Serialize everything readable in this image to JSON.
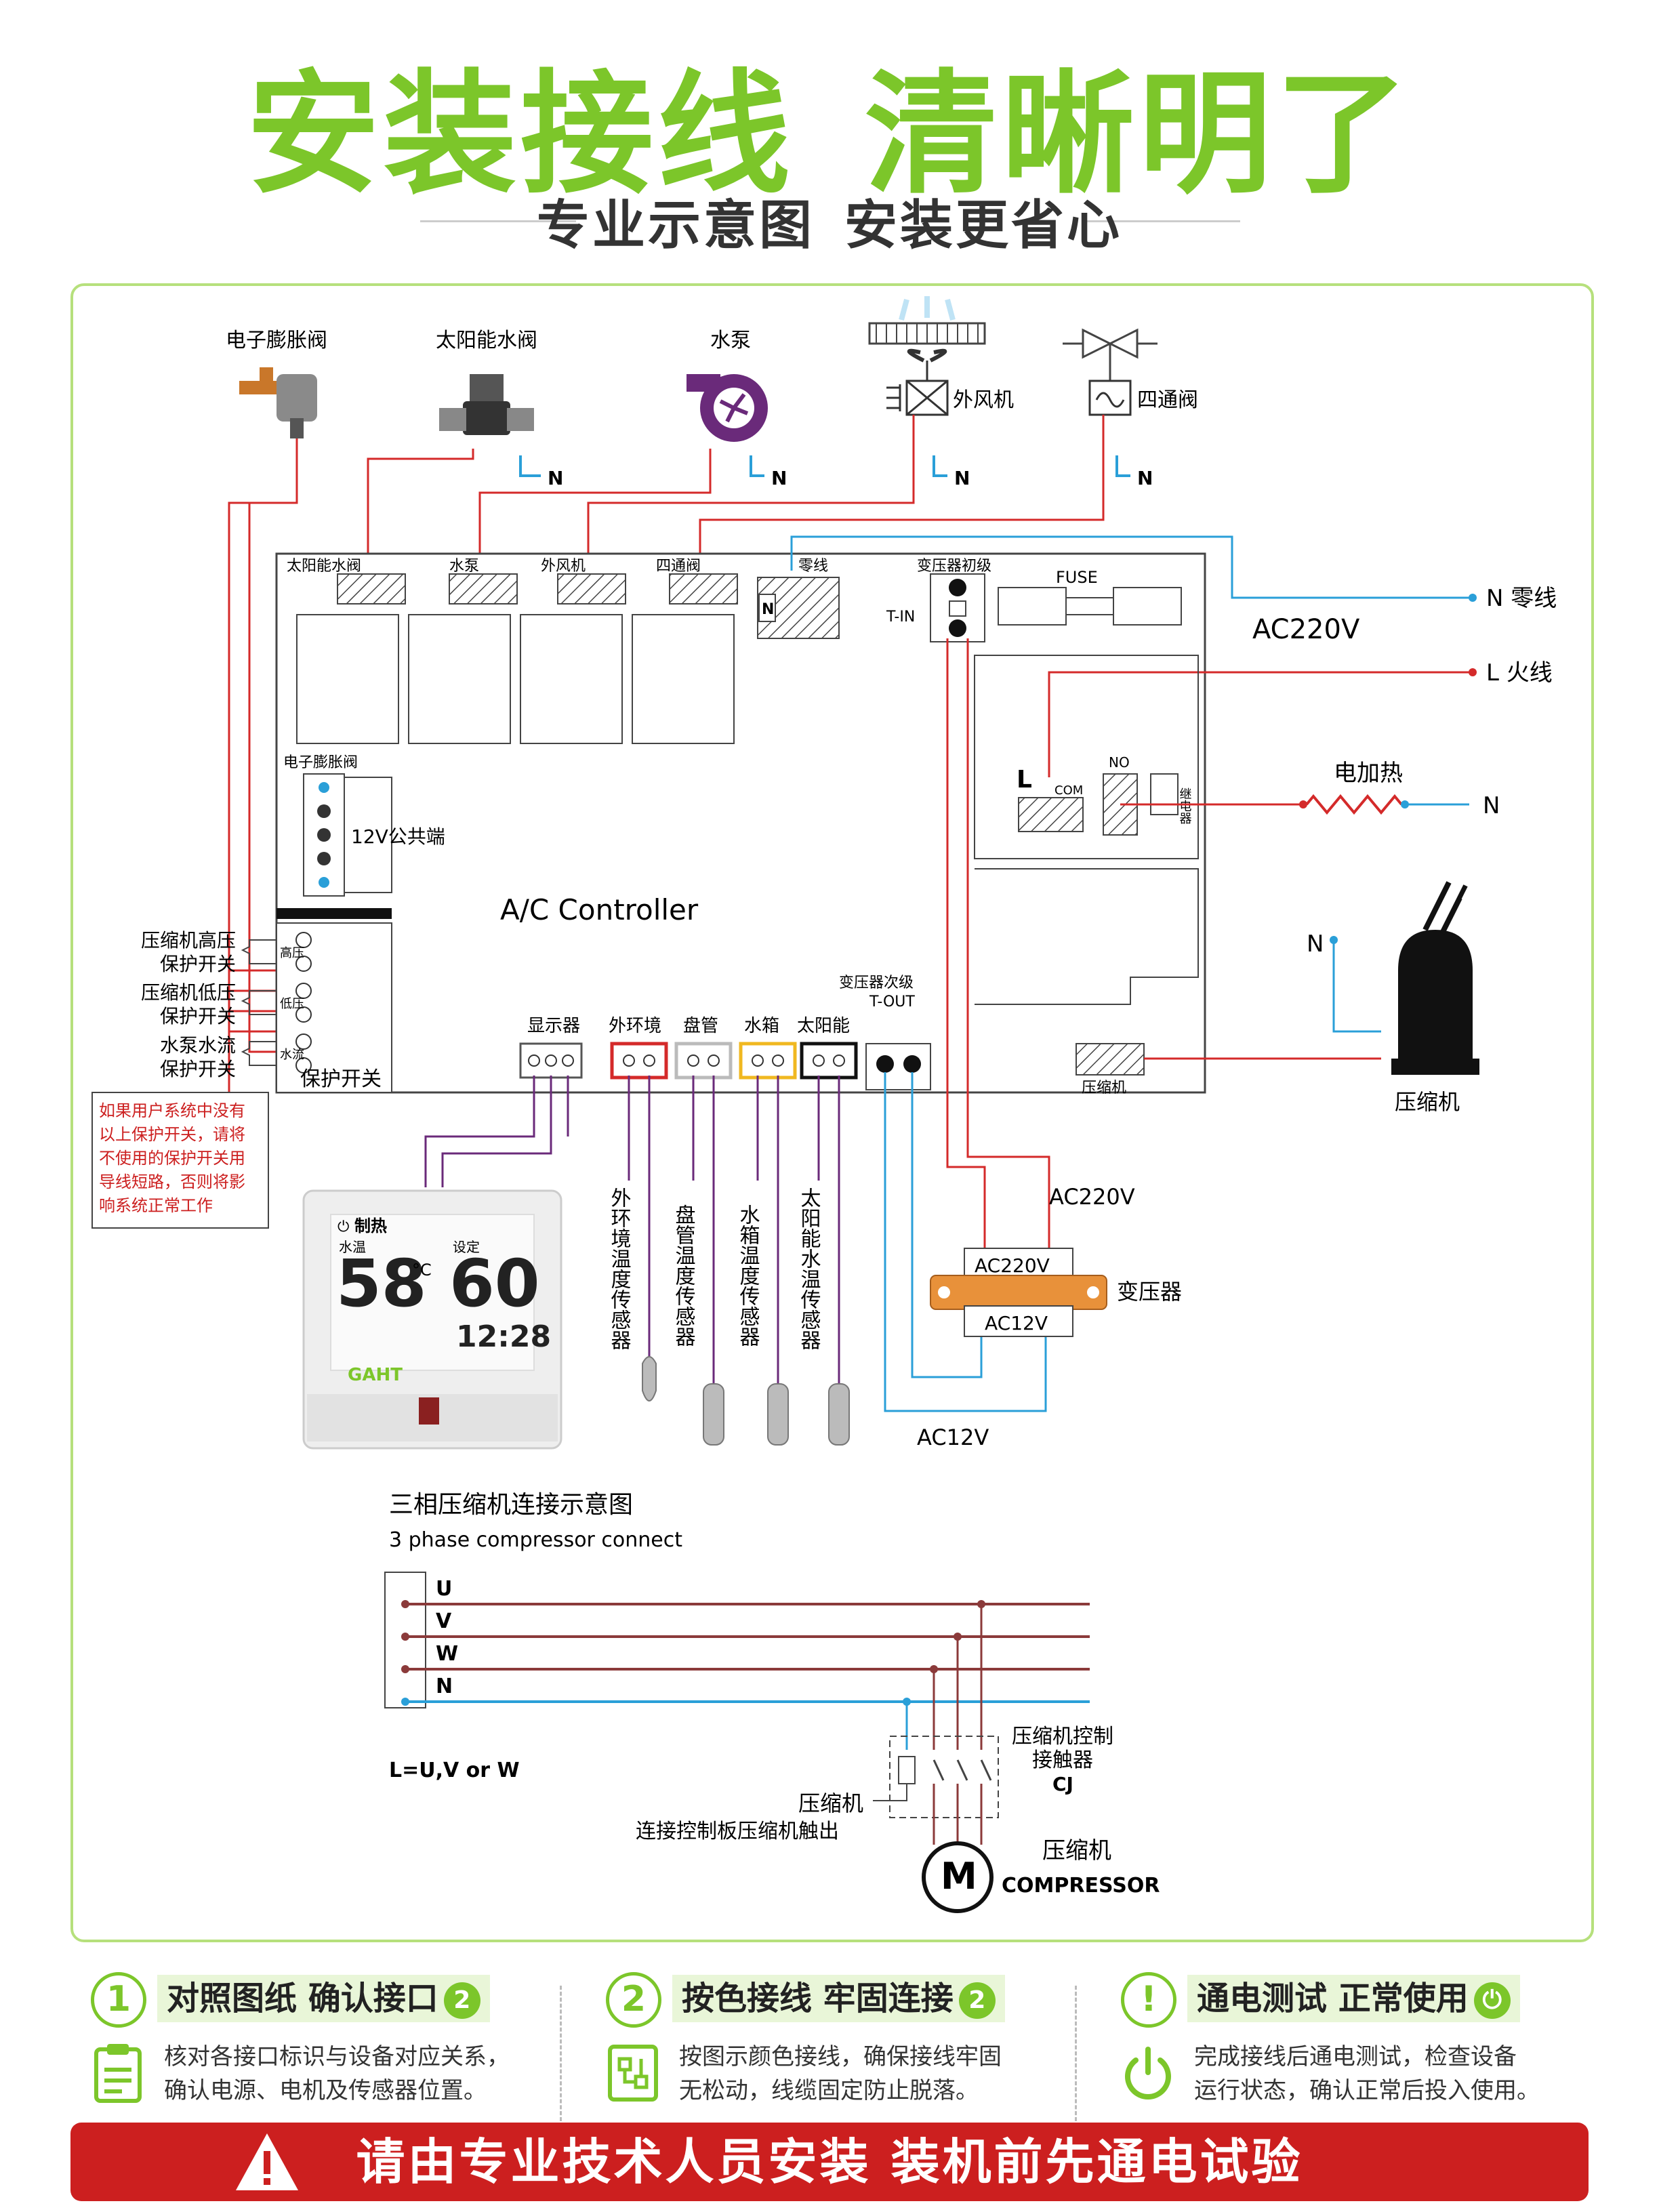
{
  "header": {
    "title_part1": "安装接线",
    "title_part2": "清晰明了",
    "subtitle_part1": "专业示意图",
    "subtitle_part2": "安装更省心"
  },
  "diagram": {
    "components": {
      "expansion_valve": "电子膨胀阀",
      "solar_valve": "太阳能水阀",
      "water_pump": "水泵",
      "outdoor_fan": "外风机",
      "four_way_valve": "四通阀",
      "neutral_short": "N"
    },
    "board": {
      "relay_labels": [
        "太阳能水阀",
        "水泵",
        "外风机",
        "四通阀"
      ],
      "neutral_label": "零线",
      "n_terminal": "N",
      "transformer_primary": "变压器初级",
      "t_in": "T-IN",
      "fuse": "FUSE",
      "exv_label": "电子膨胀阀",
      "common_12v": "12V公共端",
      "controller_name": "A/C Controller",
      "relay_l": "L",
      "relay_com": "COM",
      "relay_no": "NO",
      "relay_side": "继电器",
      "transformer_secondary": "变压器次级",
      "t_out": "T-OUT",
      "compressor_terminal": "压缩机",
      "sensor_ports": [
        "显示器",
        "外环境",
        "盘管",
        "水箱",
        "太阳能"
      ],
      "protect_title": "保护开关",
      "protect_pin_labels": [
        "高压",
        "低压",
        "水流"
      ]
    },
    "power": {
      "neutral_line": "N 零线",
      "live_line": "L 火线",
      "ac220v": "AC220V",
      "heater": "电加热",
      "heater_n": "N",
      "comp_n": "N",
      "compressor": "压缩机"
    },
    "protect_switches": [
      [
        "压缩机高压",
        "保护开关"
      ],
      [
        "压缩机低压",
        "保护开关"
      ],
      [
        "水泵水流",
        "保护开关"
      ]
    ],
    "note": [
      "如果用户系统中没有",
      "以上保护开关，请将",
      "不使用的保护开关用",
      "导线短路，否则将影",
      "响系统正常工作"
    ],
    "thermostat": {
      "mode": "制热",
      "water_temp_label": "水温",
      "water_temp": "58",
      "temp_unit": "°C",
      "set_label": "设定",
      "set_value": "60",
      "time": "12:28",
      "brand": "GAHT"
    },
    "sensors": [
      "外环境温度传感器",
      "盘管温度传感器",
      "水箱温度传感器",
      "太阳能水温传感器"
    ],
    "transformer": {
      "ac220v_outer": "AC220V",
      "primary": "AC220V",
      "secondary": "AC12V",
      "name": "变压器",
      "ac12v_outer": "AC12V"
    },
    "three_phase": {
      "title": "三相压缩机连接示意图",
      "subtitle": "3 phase compressor connect",
      "lines": [
        "U",
        "V",
        "W",
        "N"
      ],
      "formula": "L=U,V or W",
      "contactor": [
        "压缩机控制",
        "接触器",
        "CJ"
      ],
      "board_note": [
        "压缩机",
        "连接控制板压缩机触出"
      ],
      "motor_symbol": "M",
      "motor_cn": "压缩机",
      "motor_en": "COMPRESSOR"
    }
  },
  "steps": [
    {
      "num": "1",
      "title": "对照图纸  确认接口",
      "badge": "2",
      "desc": [
        "核对各接口标识与设备对应关系，",
        "确认电源、电机及传感器位置。"
      ],
      "icon": "checklist-icon"
    },
    {
      "num": "2",
      "title": "按色接线  牢固连接",
      "badge": "2",
      "desc": [
        "按图示颜色接线，确保接线牢固",
        "无松动，线缆固定防止脱落。"
      ],
      "icon": "wiring-icon"
    },
    {
      "num": "!",
      "title": "通电测试  正常使用",
      "badge": "⏻",
      "desc": [
        "完成接线后通电测试，检查设备",
        "运行状态，确认正常后投入使用。"
      ],
      "icon": "power-icon"
    }
  ],
  "warning": "请由专业技术人员安装  装机前先通电试验",
  "colors": {
    "brand_green": "#7cc62a",
    "wire_red": "#d42a2a",
    "wire_blue": "#2a9fd8",
    "wire_brown": "#8b3a3a",
    "warning_red": "#cc1f1f"
  }
}
